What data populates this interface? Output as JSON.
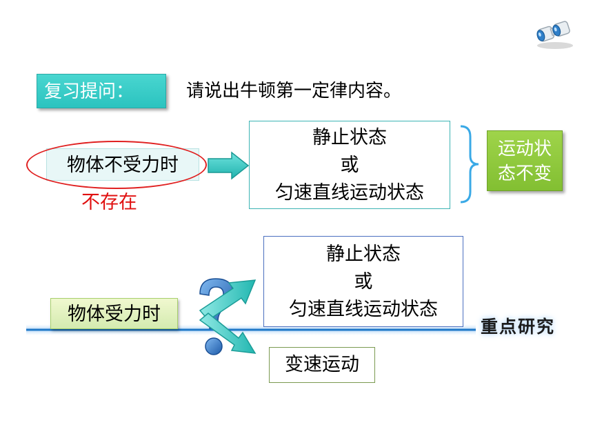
{
  "review": {
    "tag": "复习提问：",
    "question": "请说出牛顿第一定律内容。"
  },
  "no_force": {
    "label": "物体不受力时",
    "note": "不存在"
  },
  "states_top": {
    "line1": "静止状态",
    "line2": "或",
    "line3": "匀速直线运动状态"
  },
  "motion_unchanged": {
    "line1": "运动状",
    "line2": "态不变"
  },
  "force": {
    "label": "物体受力时"
  },
  "states_bottom": {
    "line1": "静止状态",
    "line2": "或",
    "line3": "匀速直线运动状态"
  },
  "variable_motion": {
    "label": "变速运动"
  },
  "focus": {
    "label": "重点研究"
  },
  "colors": {
    "teal": "#2bc3bf",
    "green": "#82bf32",
    "red": "#e01010",
    "blue_line": "#1f78c8",
    "brace": "#3aa9e6"
  },
  "icons": [
    "binoculars-icon",
    "question-mark-icon",
    "arrow-right-icon"
  ]
}
